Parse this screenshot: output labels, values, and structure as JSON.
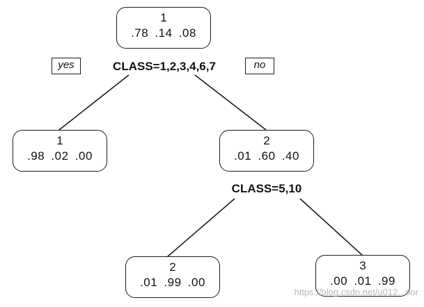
{
  "nodes": {
    "root": {
      "class": "1",
      "probs": ".78  .14  .08"
    },
    "left": {
      "class": "1",
      "probs": ".98  .02  .00"
    },
    "right": {
      "class": "2",
      "probs": ".01  .60  .40"
    },
    "right_left": {
      "class": "2",
      "probs": ".01  .99  .00"
    },
    "right_right": {
      "class": "3",
      "probs": ".00  .01  .99"
    }
  },
  "splits": {
    "root": "CLASS=1,2,3,4,6,7",
    "right": "CLASS=5,10"
  },
  "branch_tags": {
    "yes": "yes",
    "no": "no"
  },
  "watermark": "https://blog.csdn.net/u012...oor"
}
